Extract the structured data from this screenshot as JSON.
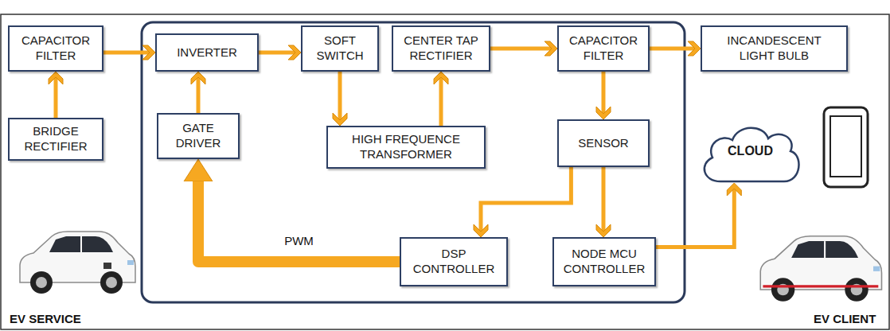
{
  "diagram": {
    "nodes": [
      {
        "text": [
          "CAPACITOR FILTER"
        ]
      },
      {
        "text": [
          "INVERTER"
        ]
      },
      {
        "text": [
          "SOFT SWITCH"
        ]
      },
      {
        "text": [
          "CENTER TAP RECTIFIER"
        ]
      },
      {
        "text": [
          "CAPACITOR FILTER"
        ]
      },
      {
        "text": [
          "INCANDESCENT LIGHT BULB"
        ]
      },
      {
        "text": [
          "BRIDGE RECTIFIER"
        ]
      },
      {
        "text": [
          "GATE DRIVER"
        ]
      },
      {
        "text": [
          "HIGH FREQUENCE TRANSFORMER"
        ]
      },
      {
        "text": [
          "SENSOR"
        ]
      },
      {
        "text": [
          "CLOUD"
        ]
      },
      {
        "text": [
          "DSP CONTROLLER"
        ]
      },
      {
        "text": [
          "NODE MCU CONTROLLER"
        ]
      }
    ],
    "edges": [
      {
        "from": 6,
        "to": 0,
        "arrow": "to"
      },
      {
        "from": 0,
        "to": 1,
        "arrow": "to"
      },
      {
        "from": 7,
        "to": 1,
        "arrow": "to"
      },
      {
        "from": 1,
        "to": 2,
        "arrow": "to"
      },
      {
        "from": 2,
        "to": 8,
        "arrow": "to"
      },
      {
        "from": 8,
        "to": 3,
        "arrow": "to"
      },
      {
        "from": 3,
        "to": 4,
        "arrow": "to"
      },
      {
        "from": 4,
        "to": 5,
        "arrow": "to"
      },
      {
        "from": 4,
        "to": 9,
        "arrow": "to"
      },
      {
        "from": 9,
        "to": 12,
        "arrow": "to"
      },
      {
        "from": 9,
        "to": 11,
        "arrow": "to"
      },
      {
        "from": 11,
        "to": 7,
        "label": "PWM",
        "arrow": "to"
      },
      {
        "from": 12,
        "to": 10,
        "arrow": "to"
      }
    ],
    "labels": [
      "EV SERVICE",
      "EV CLIENT"
    ]
  }
}
